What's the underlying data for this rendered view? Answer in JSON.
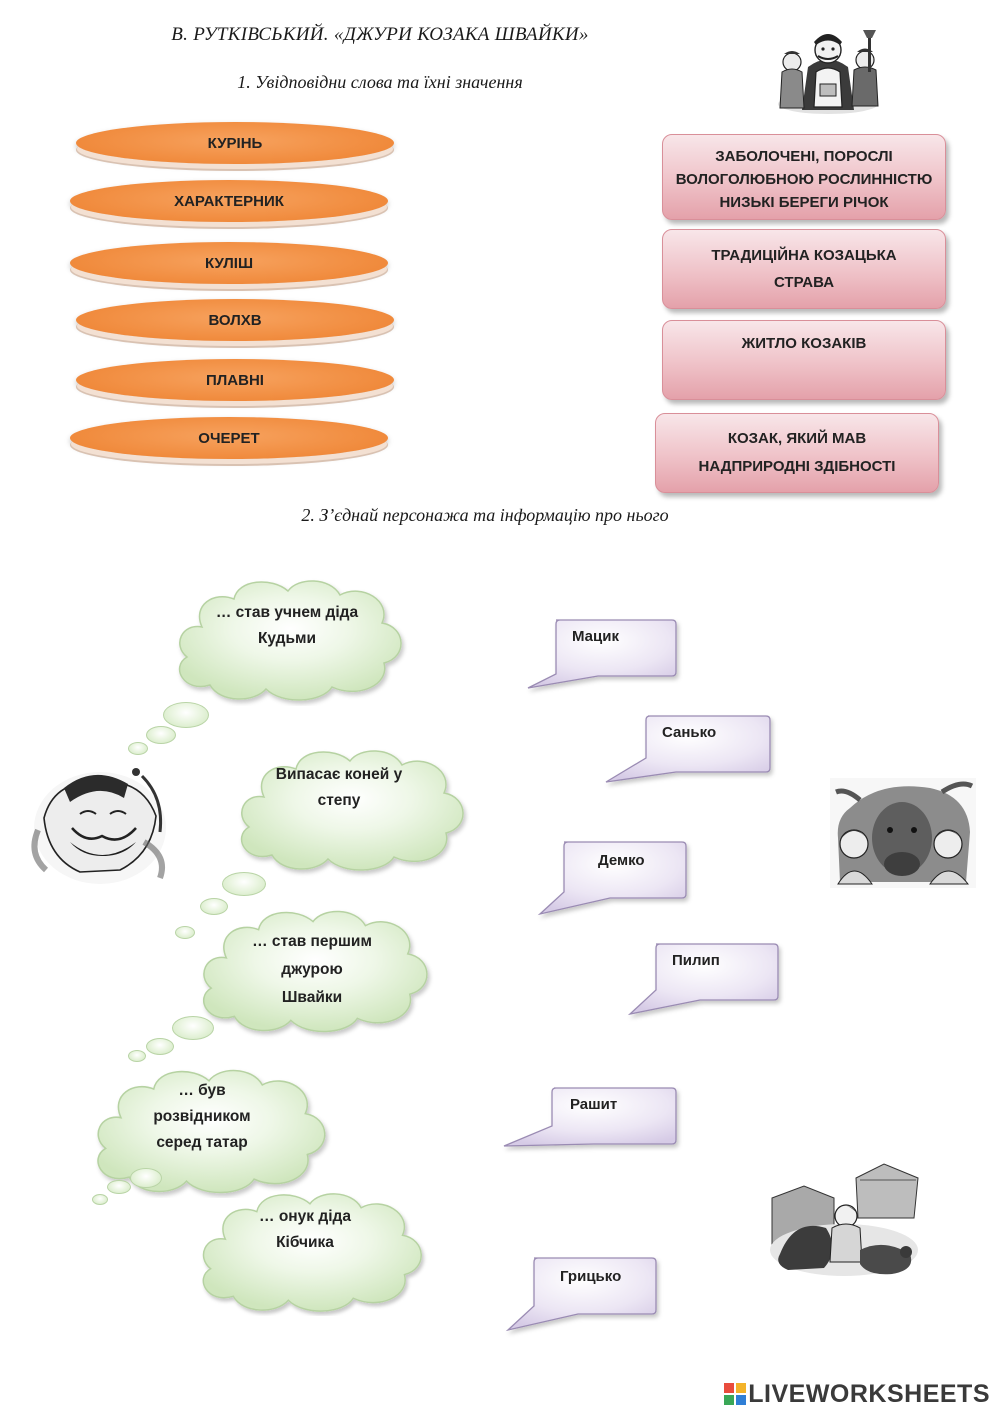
{
  "header": {
    "title": "В. РУТКІВСЬКИЙ. «ДЖУРИ КОЗАКА ШВАЙКИ»",
    "task1": "1. Увідповідни слова та їхні значення",
    "task2": "2. З’єднай персонажа та інформацію про нього"
  },
  "words": [
    "КУРІНЬ",
    "ХАРАКТЕРНИК",
    "КУЛІШ",
    "ВОЛХВ",
    "ПЛАВНІ",
    "ОЧЕРЕТ"
  ],
  "definitions": [
    [
      "ЗАБОЛОЧЕНІ, ПОРОСЛІ",
      "ВОЛОГОЛЮБНОЮ РОСЛИННІСТЮ",
      "НИЗЬКІ БЕРЕГИ РІЧОК"
    ],
    [
      "ТРАДИЦІЙНА КОЗАЦЬКА",
      "СТРАВА"
    ],
    [
      "ЖИТЛО КОЗАКІВ"
    ],
    [
      "КОЗАК, ЯКИЙ МАВ",
      "НАДПРИРОДНІ ЗДІБНОСТІ"
    ]
  ],
  "clouds": [
    [
      "… став учнем діда",
      "Кудьми"
    ],
    [
      "Випасає коней у",
      "степу"
    ],
    [
      "… став першим",
      "джурою",
      "Швайки"
    ],
    [
      "… був",
      "розвідником",
      "серед татар"
    ],
    [
      "… онук діда",
      "Кібчика"
    ]
  ],
  "names": [
    "Мацик",
    "Санько",
    "Демко",
    "Пилип",
    "Рашит",
    "Грицько"
  ],
  "footer": {
    "brand": "LIVEWORKSHEETS"
  },
  "colors": {
    "orange": "#f08a3c",
    "pink": "#efc2c8",
    "cloud_green": "#d7ecc8",
    "callout_lilac": "#e4dcef"
  },
  "icons": [
    "cossak-illustration",
    "bull-children-illustration",
    "dog-girl-illustration",
    "liveworksheets-logo-icon"
  ]
}
